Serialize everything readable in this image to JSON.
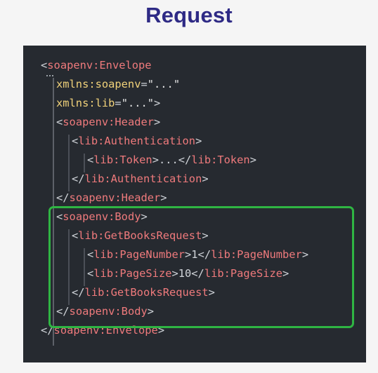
{
  "title": "Request",
  "code_lines": [
    {
      "indent": 0,
      "tokens": [
        [
          "p",
          "<"
        ],
        [
          "t",
          "soapenv:Envelope"
        ]
      ]
    },
    {
      "indent": 1,
      "tokens": [
        [
          "a",
          "xmlns:soapenv"
        ],
        [
          "p",
          "="
        ],
        [
          "s",
          "\"...\""
        ]
      ]
    },
    {
      "indent": 1,
      "tokens": [
        [
          "a",
          "xmlns:lib"
        ],
        [
          "p",
          "="
        ],
        [
          "s",
          "\"...\""
        ],
        [
          "p",
          ">"
        ]
      ]
    },
    {
      "indent": 1,
      "tokens": [
        [
          "p",
          "<"
        ],
        [
          "t",
          "soapenv:Header"
        ],
        [
          "p",
          ">"
        ]
      ]
    },
    {
      "indent": 2,
      "tokens": [
        [
          "p",
          "<"
        ],
        [
          "t",
          "lib:Authentication"
        ],
        [
          "p",
          ">"
        ]
      ]
    },
    {
      "indent": 3,
      "tokens": [
        [
          "p",
          "<"
        ],
        [
          "t",
          "lib:Token"
        ],
        [
          "p",
          ">...</"
        ],
        [
          "t",
          "lib:Token"
        ],
        [
          "p",
          ">"
        ]
      ]
    },
    {
      "indent": 2,
      "tokens": [
        [
          "p",
          "</"
        ],
        [
          "t",
          "lib:Authentication"
        ],
        [
          "p",
          ">"
        ]
      ]
    },
    {
      "indent": 1,
      "tokens": [
        [
          "p",
          "</"
        ],
        [
          "t",
          "soapenv:Header"
        ],
        [
          "p",
          ">"
        ]
      ]
    },
    {
      "indent": 1,
      "tokens": [
        [
          "p",
          "<"
        ],
        [
          "t",
          "soapenv:Body"
        ],
        [
          "p",
          ">"
        ]
      ]
    },
    {
      "indent": 2,
      "tokens": [
        [
          "p",
          "<"
        ],
        [
          "t",
          "lib:GetBooksRequest"
        ],
        [
          "p",
          ">"
        ]
      ]
    },
    {
      "indent": 3,
      "tokens": [
        [
          "p",
          "<"
        ],
        [
          "t",
          "lib:PageNumber"
        ],
        [
          "p",
          ">1</"
        ],
        [
          "t",
          "lib:PageNumber"
        ],
        [
          "p",
          ">"
        ]
      ]
    },
    {
      "indent": 3,
      "tokens": [
        [
          "p",
          "<"
        ],
        [
          "t",
          "lib:PageSize"
        ],
        [
          "p",
          ">10</"
        ],
        [
          "t",
          "lib:PageSize"
        ],
        [
          "p",
          ">"
        ]
      ]
    },
    {
      "indent": 2,
      "tokens": [
        [
          "p",
          "</"
        ],
        [
          "t",
          "lib:GetBooksRequest"
        ],
        [
          "p",
          ">"
        ]
      ]
    },
    {
      "indent": 1,
      "tokens": [
        [
          "p",
          "</"
        ],
        [
          "t",
          "soapenv:Body"
        ],
        [
          "p",
          ">"
        ]
      ]
    },
    {
      "indent": 0,
      "tokens": [
        [
          "p",
          "</"
        ],
        [
          "t",
          "soapenv:Envelope"
        ],
        [
          "p",
          ">"
        ]
      ]
    }
  ],
  "highlighted_section": "soapenv:Body",
  "colors": {
    "title": "#2e2a85",
    "background": "#262a30",
    "tag": "#ef7a7c",
    "attribute": "#f1d27a",
    "punctuation": "#cfd3d8",
    "highlight_border": "#2fb543"
  }
}
